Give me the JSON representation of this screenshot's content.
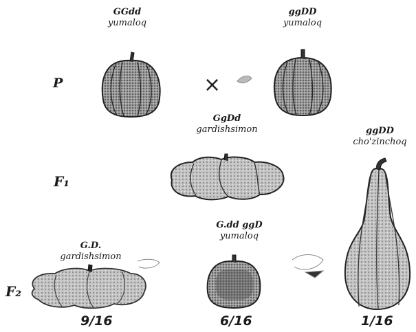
{
  "parents": {
    "left": {
      "genotype": "GGdd",
      "form": "yumaloq"
    },
    "cross_sign": "×",
    "right": {
      "genotype": "ggDD",
      "form": "yumaloq"
    }
  },
  "f1": {
    "genotype": "GgDd",
    "form": "gardishsimon"
  },
  "f2": {
    "disc": {
      "genotype": "G.D.",
      "form": "gardishsimon",
      "ratio": "9/16"
    },
    "round": {
      "genotype": "G.dd ggD",
      "form": "yumaloq",
      "ratio": "6/16"
    },
    "long": {
      "genotype": "ggDD",
      "form": "cho'zinchoq",
      "ratio": "1/16"
    }
  },
  "generation_labels": {
    "p": "P",
    "f1": "F₁",
    "f2": "F₂"
  }
}
